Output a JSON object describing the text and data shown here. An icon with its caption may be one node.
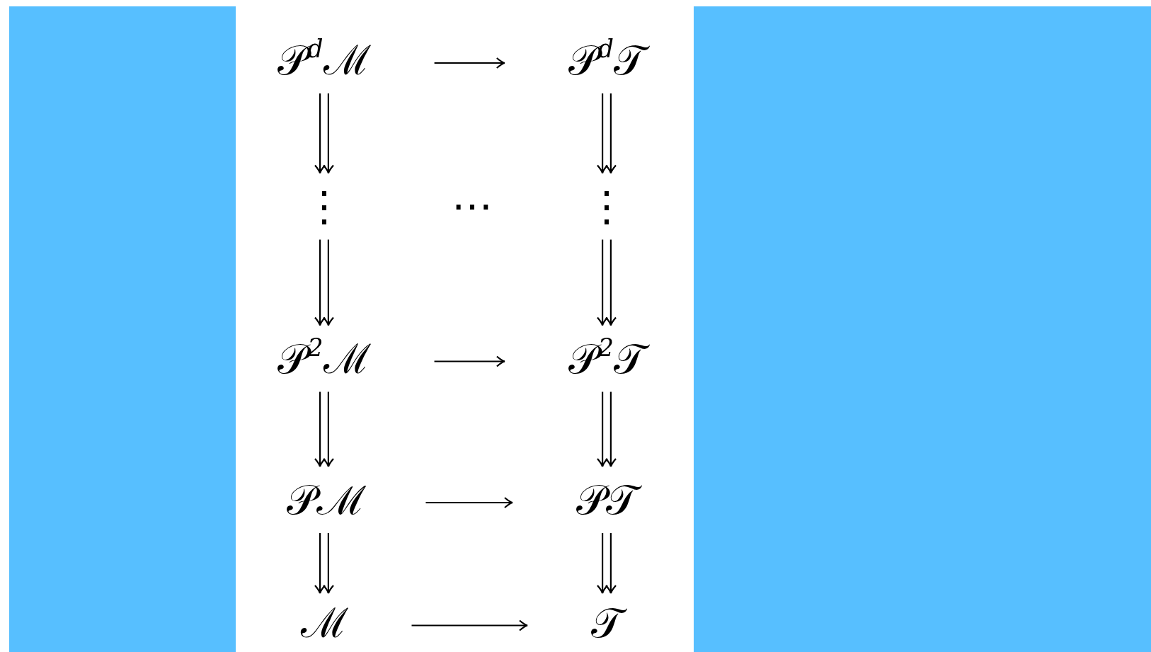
{
  "diagram": {
    "nodes": [
      {
        "text": [
          "𝒫$^{d}$ℳ"
        ]
      },
      {
        "text": [
          "𝒫$^{d}$𝒯"
        ]
      },
      {
        "text": [
          "⋮"
        ]
      },
      {
        "text": [
          "⋮"
        ]
      },
      {
        "text": [
          "𝒫$^{2}$ℳ"
        ]
      },
      {
        "text": [
          "𝒫$^{2}$𝒯"
        ]
      },
      {
        "text": [
          "𝒫ℳ"
        ]
      },
      {
        "text": [
          "𝒫𝒯"
        ]
      },
      {
        "text": [
          "ℳ"
        ]
      },
      {
        "text": [
          "𝒯"
        ]
      }
    ],
    "edges": [
      {
        "from": 0,
        "to": 1,
        "arrow": "to"
      },
      {
        "from": 0,
        "to": 2,
        "arrow": "to"
      },
      {
        "from": 1,
        "to": 3,
        "arrow": "to"
      },
      {
        "from": 2,
        "to": 4,
        "arrow": "to"
      },
      {
        "from": 3,
        "to": 5,
        "arrow": "to"
      },
      {
        "from": 4,
        "to": 5,
        "arrow": "to"
      },
      {
        "from": 4,
        "to": 6,
        "arrow": "to"
      },
      {
        "from": 5,
        "to": 7,
        "arrow": "to"
      },
      {
        "from": 6,
        "to": 7,
        "arrow": "to"
      },
      {
        "from": 6,
        "to": 8,
        "arrow": "to"
      },
      {
        "from": 7,
        "to": 9,
        "arrow": "to"
      },
      {
        "from": 8,
        "to": 9,
        "arrow": "to"
      }
    ],
    "labels": [
      "⋯"
    ]
  }
}
